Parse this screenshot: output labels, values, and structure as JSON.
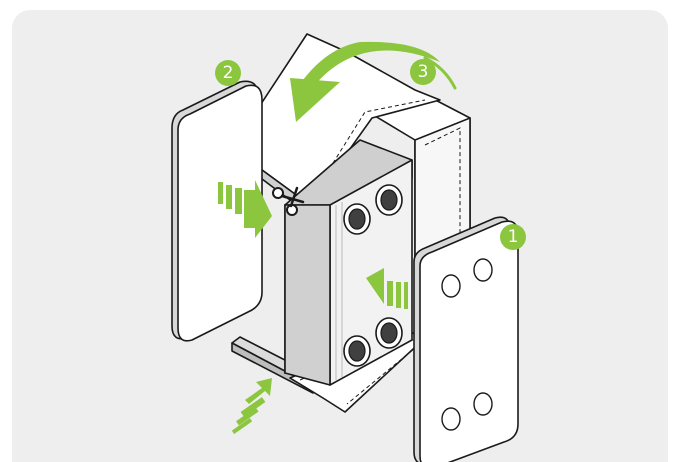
{
  "diagram": {
    "steps": [
      {
        "label": "1"
      },
      {
        "label": "2"
      },
      {
        "label": "3"
      }
    ],
    "colors": {
      "background": "#eeeeee",
      "accent_green": "#8cc63f",
      "line": "#1a1a1a",
      "panel": "#ffffff",
      "panel_side": "#d8d8d8",
      "core_light": "#f2f2f2",
      "core_mid": "#d9d9d9",
      "core_dark": "#c4c4c4",
      "port_dark": "#404040"
    },
    "icons": {
      "cut_tool": "scissors-icon",
      "flow_arrows": "green-arrow-icon"
    }
  }
}
